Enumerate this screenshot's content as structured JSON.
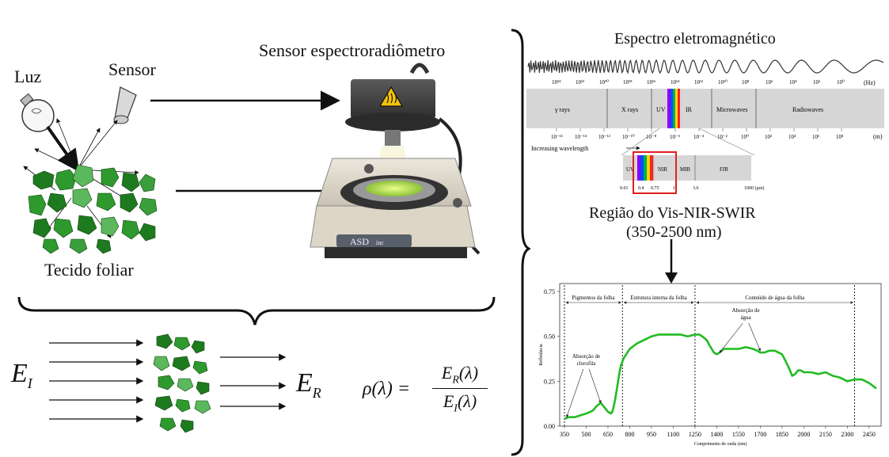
{
  "left": {
    "luz_label": "Luz",
    "sensor_label": "Sensor",
    "device_title": "Sensor espectroradiômetro",
    "device_brand": "ASD",
    "device_brand_suffix": "inc",
    "tissue_label": "Tecido foliar"
  },
  "formula": {
    "incident": "E",
    "incident_sub": "I",
    "reflected": "E",
    "reflected_sub": "R",
    "rho": "ρ(λ) =",
    "num": "E",
    "num_sub": "R",
    "num_tail": "(λ)",
    "den": "E",
    "den_sub": "I",
    "den_tail": "(λ)"
  },
  "spectrum": {
    "title": "Espectro eletromagnético",
    "freq_unit": "(Hz)",
    "wave_unit": "(m)",
    "freq_ticks": [
      "10²⁴",
      "10²²",
      "10²⁰",
      "10¹⁸",
      "10¹⁶",
      "10¹⁴",
      "10¹²",
      "10¹⁰",
      "10⁸",
      "10⁶",
      "10⁴",
      "10²",
      "10⁰"
    ],
    "wave_ticks": [
      "10⁻¹⁶",
      "10⁻¹⁴",
      "10⁻¹²",
      "10⁻¹⁰",
      "10⁻⁸",
      "10⁻⁶",
      "10⁻⁴",
      "10⁻²",
      "10⁰",
      "10²",
      "10⁴",
      "10⁶",
      "10⁸"
    ],
    "bands": [
      "γ rays",
      "X rays",
      "UV",
      "IR",
      "Microwaves",
      "Radiowaves"
    ],
    "increasing_label": "Increasing wavelength",
    "zoom_bands": [
      "UV",
      "NIR",
      "MIR",
      "FIR"
    ],
    "zoom_ticks": [
      "0.01",
      "0.4",
      "0.75",
      "1",
      "3.6",
      "1000 (μm)"
    ],
    "region_title": "Região do Vis-NIR-SWIR",
    "region_range": "(350-2500 nm)"
  },
  "chart_data": {
    "type": "line",
    "xlabel": "Comprimento de onda (nm)",
    "ylabel": "Refletância",
    "xlim": [
      350,
      2500
    ],
    "ylim": [
      0,
      0.75
    ],
    "x_ticks": [
      350,
      500,
      650,
      800,
      950,
      1100,
      1250,
      1400,
      1550,
      1700,
      1850,
      2000,
      2150,
      2300,
      2450
    ],
    "y_ticks": [
      "0.00",
      "0.25",
      "0.50",
      "0.75"
    ],
    "regions": [
      {
        "label": "Pigmentos da folha",
        "start": 350,
        "end": 750
      },
      {
        "label": "Estrutura interna da folha",
        "start": 750,
        "end": 1250
      },
      {
        "label": "Conteúdo de água da folha",
        "start": 1250,
        "end": 2350
      }
    ],
    "annotations": [
      "Absorção de clorofila",
      "Absorção de água"
    ],
    "series": [
      {
        "color": "#22bb22",
        "x": [
          350,
          380,
          420,
          460,
          500,
          530,
          550,
          570,
          600,
          630,
          650,
          670,
          680,
          690,
          700,
          710,
          720,
          730,
          740,
          760,
          800,
          850,
          900,
          950,
          1000,
          1050,
          1100,
          1150,
          1200,
          1250,
          1280,
          1300,
          1330,
          1350,
          1380,
          1400,
          1420,
          1450,
          1500,
          1550,
          1600,
          1650,
          1680,
          1700,
          1730,
          1760,
          1800,
          1850,
          1870,
          1900,
          1920,
          1940,
          1960,
          1980,
          2000,
          2050,
          2100,
          2150,
          2200,
          2250,
          2300,
          2350,
          2400,
          2450,
          2500
        ],
        "y": [
          0.04,
          0.05,
          0.05,
          0.06,
          0.07,
          0.08,
          0.09,
          0.11,
          0.13,
          0.1,
          0.08,
          0.07,
          0.08,
          0.11,
          0.15,
          0.2,
          0.25,
          0.3,
          0.34,
          0.38,
          0.43,
          0.46,
          0.48,
          0.5,
          0.51,
          0.51,
          0.51,
          0.51,
          0.5,
          0.51,
          0.51,
          0.5,
          0.48,
          0.45,
          0.41,
          0.4,
          0.41,
          0.43,
          0.43,
          0.43,
          0.44,
          0.43,
          0.42,
          0.41,
          0.41,
          0.42,
          0.42,
          0.4,
          0.37,
          0.32,
          0.28,
          0.29,
          0.31,
          0.31,
          0.3,
          0.3,
          0.29,
          0.3,
          0.28,
          0.27,
          0.25,
          0.26,
          0.26,
          0.24,
          0.21
        ]
      }
    ]
  },
  "colors": {
    "leaf_dark": "#1e7a1e",
    "leaf_mid": "#2e9a2e",
    "leaf_light": "#5cb85c",
    "curve": "#22bb22",
    "highlight": "#e02020"
  }
}
